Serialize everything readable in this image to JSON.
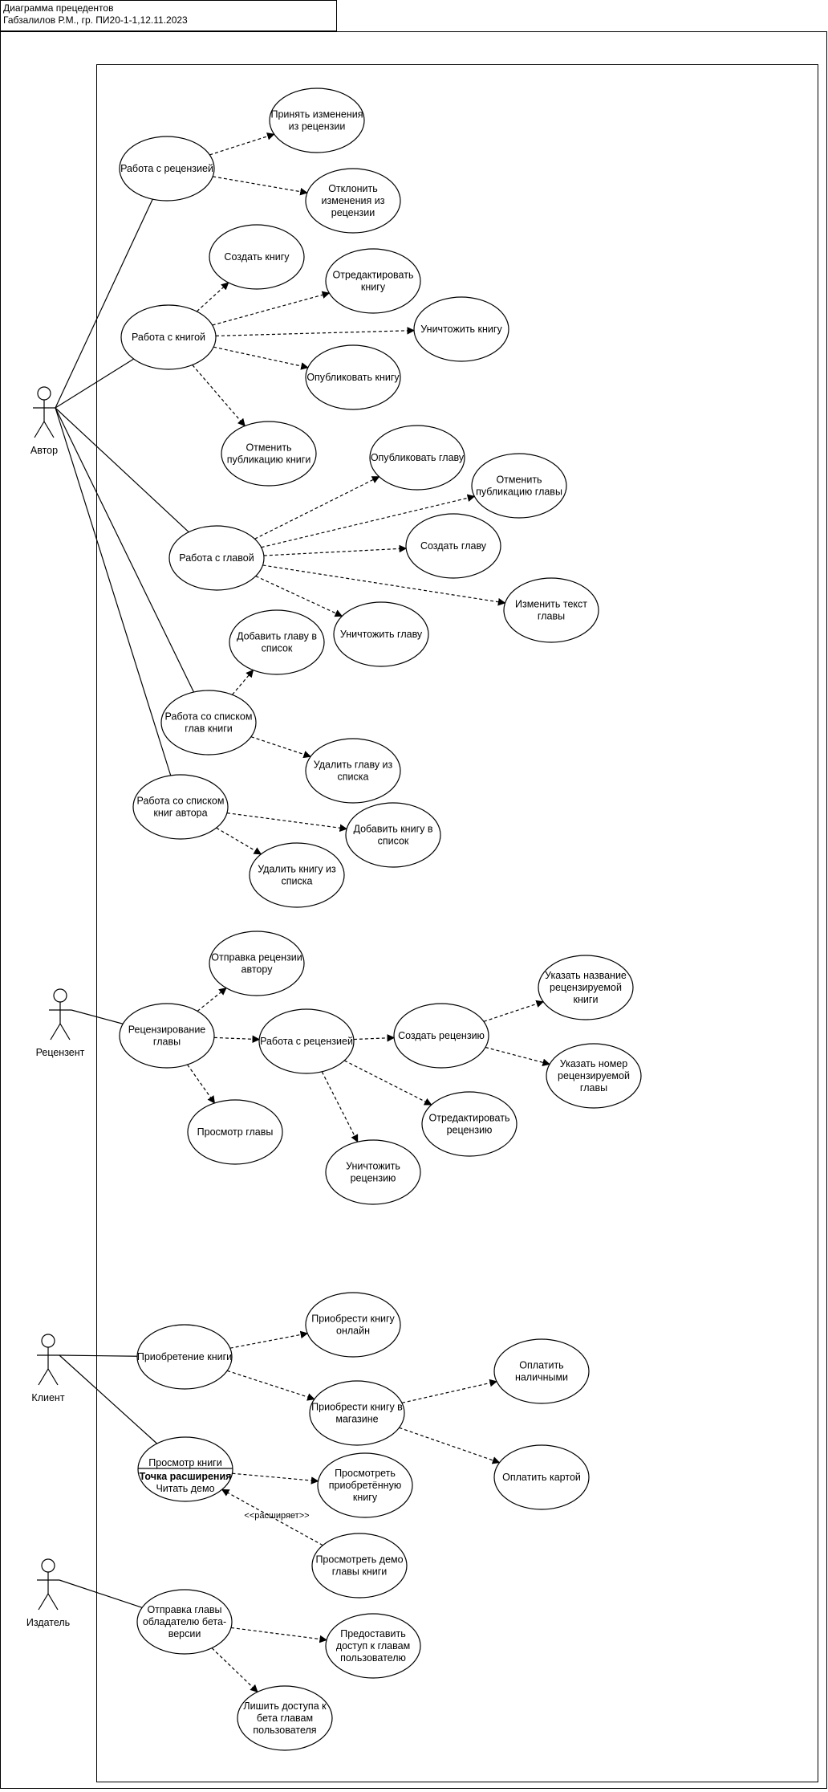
{
  "frame": {
    "title_line1": "Диаграмма прецедентов",
    "title_line2": "Габзалилов Р.М., гр. ПИ20-1-1,12.11.2023"
  },
  "actors": [
    {
      "id": "author",
      "label": "Автор"
    },
    {
      "id": "reviewer",
      "label": "Рецензент"
    },
    {
      "id": "client",
      "label": "Клиент"
    },
    {
      "id": "publisher",
      "label": "Издатель"
    }
  ],
  "use_cases": [
    {
      "id": "review_work",
      "lines": [
        "Работа с рецензией"
      ]
    },
    {
      "id": "accept_changes",
      "lines": [
        "Принять изменения",
        "из рецензии"
      ]
    },
    {
      "id": "reject_changes",
      "lines": [
        "Отклонить",
        "изменения из",
        "рецензии"
      ]
    },
    {
      "id": "create_book",
      "lines": [
        "Создать книгу"
      ]
    },
    {
      "id": "edit_book",
      "lines": [
        "Отредактировать",
        "книгу"
      ]
    },
    {
      "id": "book_work",
      "lines": [
        "Работа с книгой"
      ]
    },
    {
      "id": "destroy_book",
      "lines": [
        "Уничтожить книгу"
      ]
    },
    {
      "id": "publish_book",
      "lines": [
        "Опубликовать книгу"
      ]
    },
    {
      "id": "unpublish_book",
      "lines": [
        "Отменить",
        "публикацию книги"
      ]
    },
    {
      "id": "publish_chapter",
      "lines": [
        "Опубликовать главу"
      ]
    },
    {
      "id": "unpublish_chapter",
      "lines": [
        "Отменить",
        "публикацию главы"
      ]
    },
    {
      "id": "chapter_work",
      "lines": [
        "Работа с главой"
      ]
    },
    {
      "id": "create_chapter",
      "lines": [
        "Создать главу"
      ]
    },
    {
      "id": "edit_chapter_text",
      "lines": [
        "Изменить текст",
        "главы"
      ]
    },
    {
      "id": "destroy_chapter",
      "lines": [
        "Уничтожить главу"
      ]
    },
    {
      "id": "add_chapter_list",
      "lines": [
        "Добавить главу в",
        "список"
      ]
    },
    {
      "id": "chapter_list_work",
      "lines": [
        "Работа со списком",
        "глав книги"
      ]
    },
    {
      "id": "remove_chapter_list",
      "lines": [
        "Удалить главу из",
        "списка"
      ]
    },
    {
      "id": "book_list_work",
      "lines": [
        "Работа со списком",
        "книг автора"
      ]
    },
    {
      "id": "add_book_list",
      "lines": [
        "Добавить книгу в",
        "список"
      ]
    },
    {
      "id": "remove_book_list",
      "lines": [
        "Удалить книгу из",
        "списка"
      ]
    },
    {
      "id": "send_review",
      "lines": [
        "Отправка рецензии",
        "автору"
      ]
    },
    {
      "id": "chapter_review",
      "lines": [
        "Рецензирование",
        "главы"
      ]
    },
    {
      "id": "review_work2",
      "lines": [
        "Работа с рецензией"
      ]
    },
    {
      "id": "create_review",
      "lines": [
        "Создать рецензию"
      ]
    },
    {
      "id": "book_name",
      "lines": [
        "Указать название",
        "рецензируемой",
        "книги"
      ]
    },
    {
      "id": "chapter_number",
      "lines": [
        "Указать номер",
        "рецензируемой",
        "главы"
      ]
    },
    {
      "id": "view_chapter",
      "lines": [
        "Просмотр главы"
      ]
    },
    {
      "id": "edit_review",
      "lines": [
        "Отредактировать",
        "рецензию"
      ]
    },
    {
      "id": "destroy_review",
      "lines": [
        "Уничтожить",
        "рецензию"
      ]
    },
    {
      "id": "buy_online",
      "lines": [
        "Приобрести книгу",
        "онлайн"
      ]
    },
    {
      "id": "buy_book",
      "lines": [
        "Приобретение книги"
      ]
    },
    {
      "id": "pay_cash",
      "lines": [
        "Оплатить",
        "наличными"
      ]
    },
    {
      "id": "buy_store",
      "lines": [
        "Приобрести книгу в",
        "магазине"
      ]
    },
    {
      "id": "pay_card",
      "lines": [
        "Оплатить картой"
      ]
    },
    {
      "id": "view_purchased",
      "lines": [
        "Просмотреть",
        "приобретённую",
        "книгу"
      ]
    },
    {
      "id": "view_demo",
      "lines": [
        "Просмотреть демо",
        "главы книги"
      ]
    },
    {
      "id": "send_beta",
      "lines": [
        "Отправка главы",
        "обладателю бета-",
        "версии"
      ]
    },
    {
      "id": "grant_access",
      "lines": [
        "Предоставить",
        "доступ к главам",
        "пользователю"
      ]
    },
    {
      "id": "revoke_access",
      "lines": [
        "Лишить доступа к",
        "бета главам",
        "пользователя"
      ]
    }
  ],
  "extension_case": {
    "title": "Просмотр книги",
    "section_header": "Точка расширения",
    "point": "Читать демо"
  },
  "stereotype": "<<расширяет>>"
}
